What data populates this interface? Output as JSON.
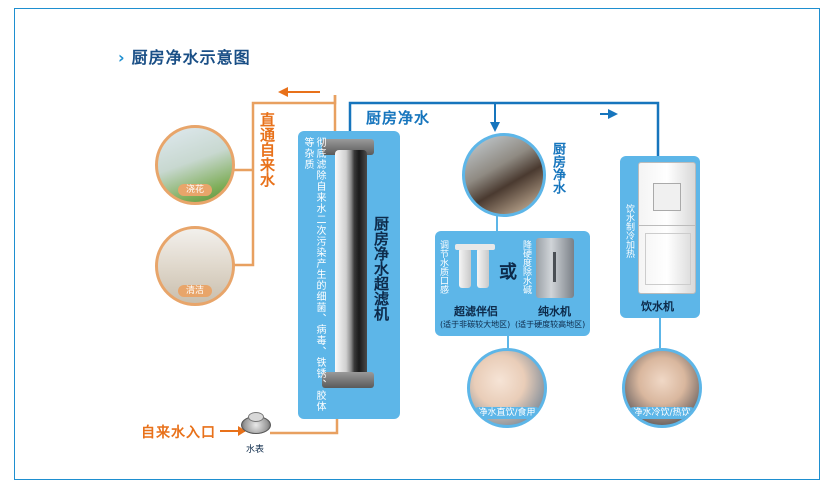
{
  "title": "厨房净水示意图",
  "title_chevron": "›",
  "tap_water_direct": "直通自来水",
  "kitchen_purified_water": "厨房净水",
  "kitchen_water_label": "厨房净水",
  "filter": {
    "description": "彻底滤除自来水二次污染产生的细菌、病毒、铁锈、胶体等杂质",
    "name": "厨房净水超滤机"
  },
  "uses": {
    "watering": "浇花",
    "cleaning": "清洁"
  },
  "options": {
    "or": "或",
    "left_vertical": "调节水质口感",
    "left_name": "超滤伴侣",
    "left_note": "(适于非碳较大地区)",
    "right_vertical": "降硬度除水碱",
    "right_name": "纯水机",
    "right_note": "(适于硬度较高地区)"
  },
  "dispenser": {
    "vertical": "饮水制冷加热",
    "name": "饮水机"
  },
  "drink_direct": "净水直饮/食用",
  "drink_cold_hot": "净水冷饮/热饮",
  "inlet": "自来水入口",
  "meter": "水表",
  "colors": {
    "frame": "#1e8fd0",
    "panel": "#5db6e8",
    "orange_pipe": "#e8711a",
    "blue_pipe": "#1675bd"
  }
}
